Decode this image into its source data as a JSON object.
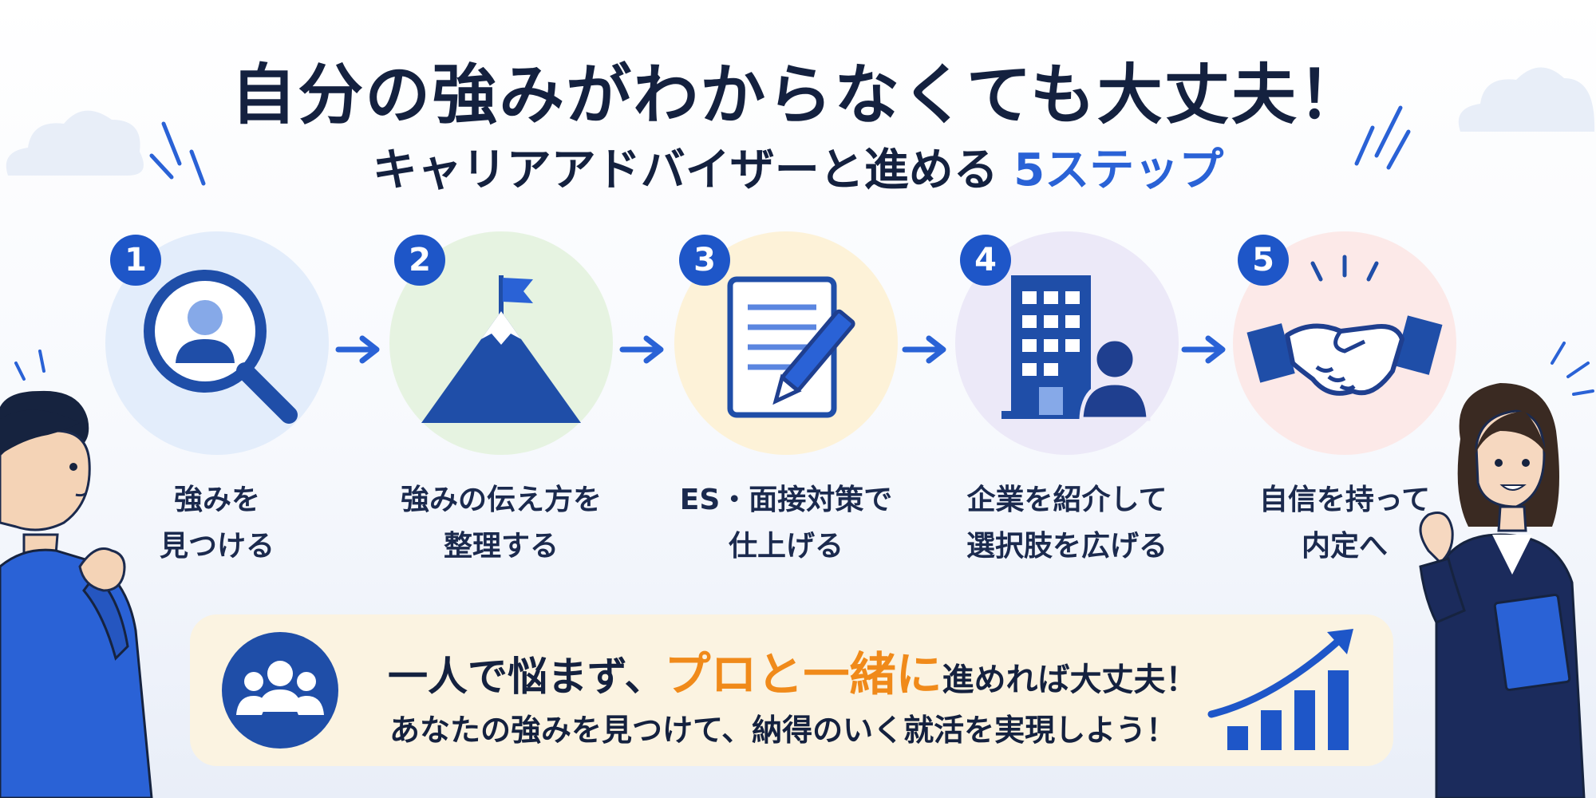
{
  "title": "自分の強みがわからなくても大丈夫！",
  "subtitle": {
    "prefix": "キャリアアドバイザーと進める",
    "accent": "5ステップ"
  },
  "steps": [
    {
      "number": "1",
      "label_line1": "強みを",
      "label_line2": "見つける",
      "icon": "magnifier-user-icon",
      "bg": "#e3edfb"
    },
    {
      "number": "2",
      "label_line1": "強みの伝え方を",
      "label_line2": "整理する",
      "icon": "mountain-flag-icon",
      "bg": "#e6f3e1"
    },
    {
      "number": "3",
      "label_line1": "ES・面接対策で",
      "label_line2": "仕上げる",
      "icon": "document-pen-icon",
      "bg": "#fdf2d8"
    },
    {
      "number": "4",
      "label_line1": "企業を紹介して",
      "label_line2": "選択肢を広げる",
      "icon": "building-person-icon",
      "bg": "#ece9f8"
    },
    {
      "number": "5",
      "label_line1": "自信を持って",
      "label_line2": "内定へ",
      "icon": "handshake-icon",
      "bg": "#fce9e8"
    }
  ],
  "banner": {
    "line1_pre": "一人で悩まず、",
    "line1_strong": "プロと一緒",
    "line1_mid": "に",
    "line1_post": "進めれば大丈夫！",
    "line2": "あなたの強みを見つけて、納得のいく就活を実現しよう！",
    "icon": "group-people-icon",
    "graph_icon": "growth-chart-icon"
  },
  "colors": {
    "primary": "#1e56c8",
    "navy": "#14213f",
    "accent_orange": "#f08a1a",
    "banner_bg": "#fbf3e1"
  }
}
